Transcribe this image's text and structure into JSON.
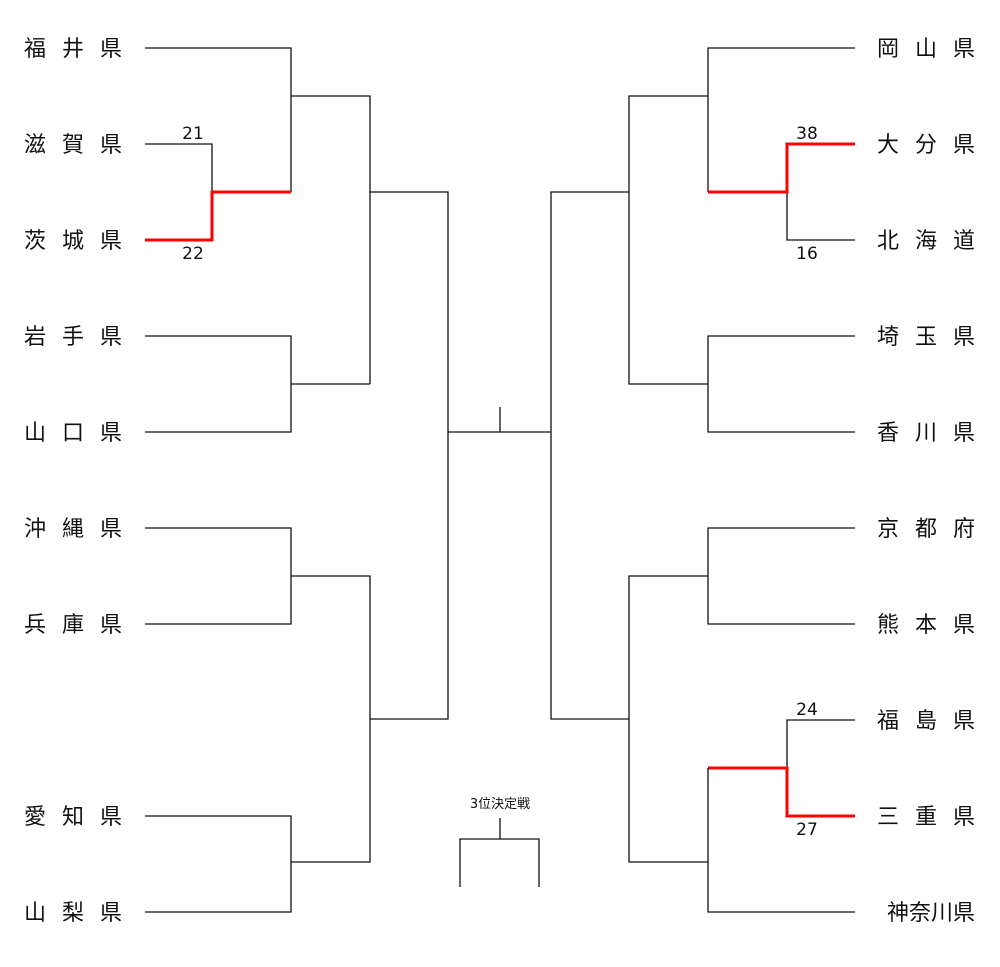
{
  "left_teams": [
    "福井県",
    "滋賀県",
    "茨城県",
    "岩手県",
    "山口県",
    "沖縄県",
    "兵庫県",
    "",
    "愛知県",
    "山梨県"
  ],
  "right_teams": [
    "岡山県",
    "大分県",
    "北海道",
    "埼玉県",
    "香川県",
    "京都府",
    "熊本県",
    "福島県",
    "三重県",
    "神奈川県"
  ],
  "scores": {
    "shiga": "21",
    "ibaraki": "22",
    "oita": "38",
    "hokkaido": "16",
    "fukushima": "24",
    "mie": "27"
  },
  "third_place_label": "3位決定戦",
  "colors": {
    "winner": "#ff0000",
    "line": "#111111"
  }
}
